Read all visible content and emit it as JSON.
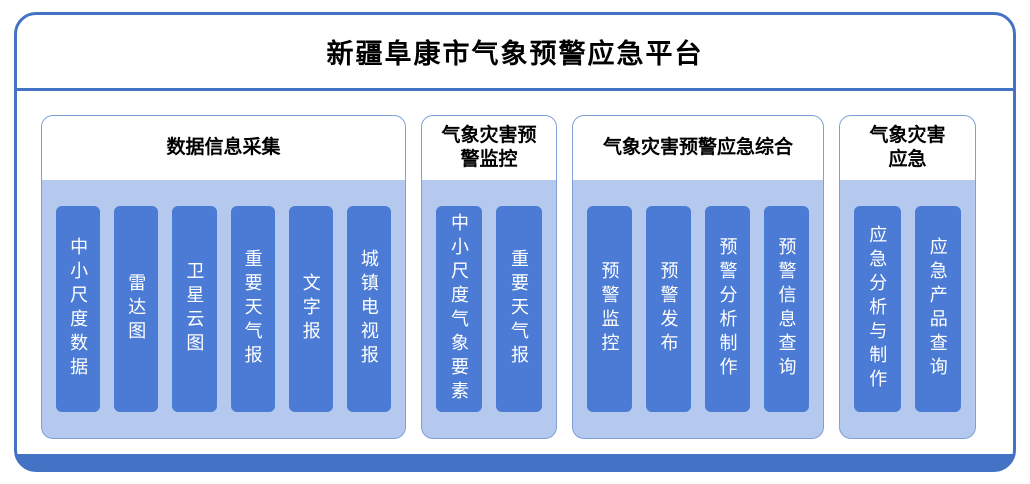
{
  "title": "新疆阜康市气象预警应急平台",
  "groups": [
    {
      "header": "数据信息采集",
      "items": [
        "中小尺度数据",
        "雷达图",
        "卫星云图",
        "重要天气报",
        "文字报",
        "城镇电视报"
      ]
    },
    {
      "header": "气象灾害预\n警监控",
      "items": [
        "中小尺度气象要素",
        "重要天气报"
      ]
    },
    {
      "header": "气象灾害预警应急综合",
      "items": [
        "预警监控",
        "预警发布",
        "预警分析制作",
        "预警信息查询"
      ]
    },
    {
      "header": "气象灾害\n应急",
      "items": [
        "应急分析与制作",
        "应急产品查询"
      ]
    }
  ],
  "colors": {
    "frame_border": "#4472C4",
    "group_background": "#B5C9EE",
    "module_bar": "#4B7BD5",
    "footer_bar": "#4472C4"
  }
}
